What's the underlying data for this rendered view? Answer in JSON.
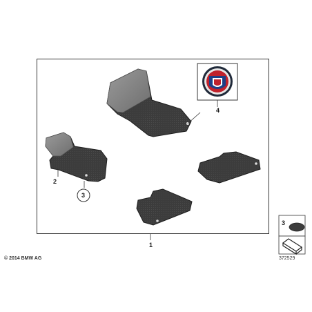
{
  "callouts": {
    "part_1": "1",
    "part_2": "2",
    "part_3": "3",
    "part_4": "4",
    "legend_3": "3"
  },
  "footer": {
    "copyright": "© 2014 BMW AG",
    "reference_number": "372529"
  },
  "colors": {
    "mat_fill": "#3a3a3a",
    "mat_edge": "#1e1e1e",
    "heel_pad": "#8a8a8a",
    "frame": "#333333",
    "badge_blue": "#1d3f86",
    "badge_red": "#c0222c"
  },
  "icons": [
    "alpina-badge-icon",
    "clip-icon",
    "floor-clip-icon"
  ]
}
